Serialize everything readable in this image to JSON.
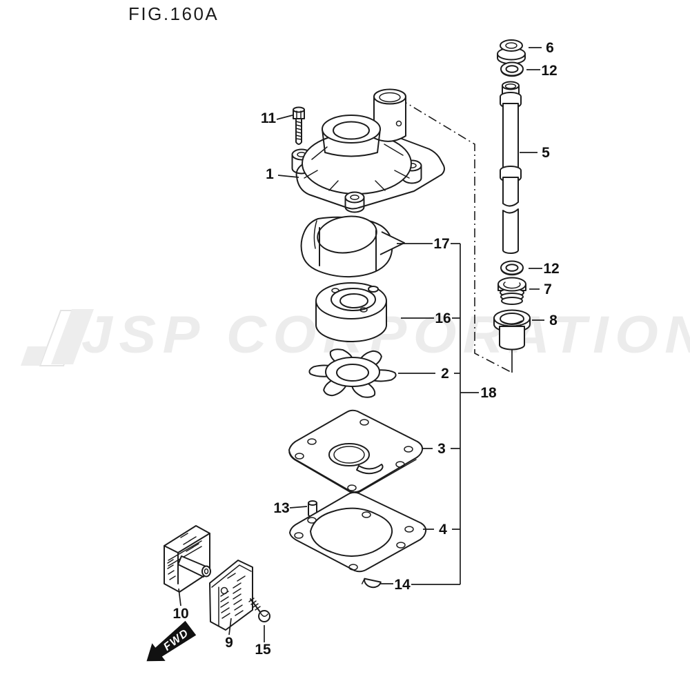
{
  "figure": {
    "title": "FIG.160A"
  },
  "watermark": {
    "text": "JSP CORPORATION",
    "color": "#ececec"
  },
  "fwd": {
    "label": "FWD",
    "background": "#111111",
    "text_color": "#ffffff"
  },
  "style": {
    "line_color": "#1c1c1c",
    "label_color": "#111111",
    "background": "#ffffff"
  },
  "callouts": {
    "part1": "1",
    "part2": "2",
    "part3": "3",
    "part4": "4",
    "part5": "5",
    "part6": "6",
    "part7": "7",
    "part8": "8",
    "part9": "9",
    "part10": "10",
    "part11": "11",
    "part12_top": "12",
    "part12_mid": "12",
    "part13": "13",
    "part14": "14",
    "part15": "15",
    "part16": "16",
    "part17": "17",
    "part18": "18"
  }
}
